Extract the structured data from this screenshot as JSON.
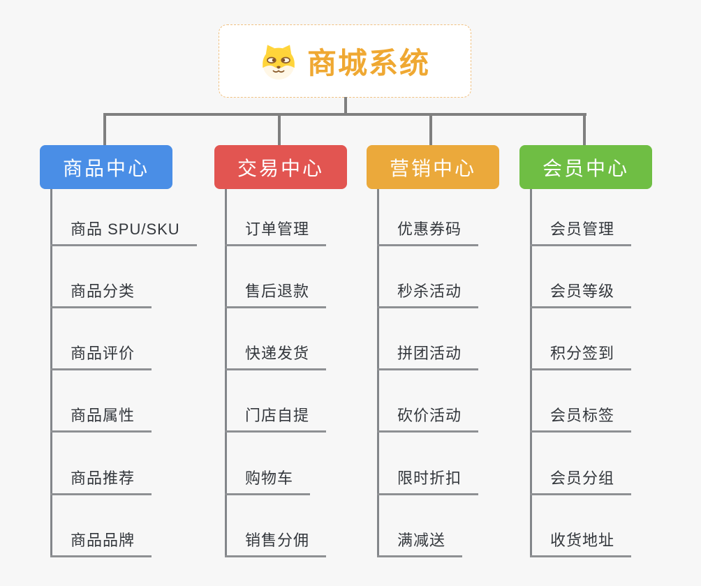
{
  "page": {
    "background_color": "#f7f7f7",
    "connector_color": "#7f7f7f",
    "underline_color": "#8e9093"
  },
  "root": {
    "title": "商城系统",
    "title_color": "#efa832",
    "border_color": "#f0c080",
    "icon": "shiba-dog-icon"
  },
  "branches": [
    {
      "label": "商品中心",
      "color": "#4a8ee6",
      "items": [
        "商品 SPU/SKU",
        "商品分类",
        "商品评价",
        "商品属性",
        "商品推荐",
        "商品品牌"
      ]
    },
    {
      "label": "交易中心",
      "color": "#e25551",
      "items": [
        "订单管理",
        "售后退款",
        "快递发货",
        "门店自提",
        "购物车",
        "销售分佣"
      ]
    },
    {
      "label": "营销中心",
      "color": "#eba93b",
      "items": [
        "优惠券码",
        "秒杀活动",
        "拼团活动",
        "砍价活动",
        "限时折扣",
        "满减送"
      ]
    },
    {
      "label": "会员中心",
      "color": "#6fbe44",
      "items": [
        "会员管理",
        "会员等级",
        "积分签到",
        "会员标签",
        "会员分组",
        "收货地址"
      ]
    }
  ]
}
